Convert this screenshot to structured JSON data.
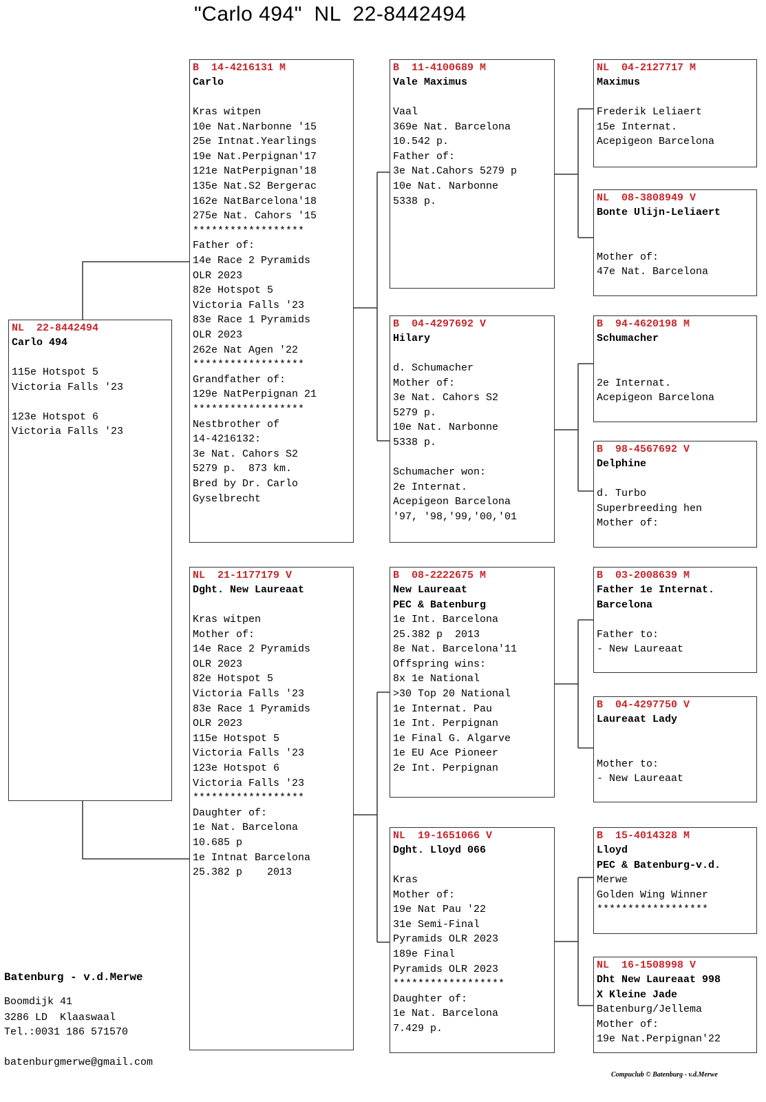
{
  "title": "\"Carlo 494\"  NL  22-8442494",
  "subject": {
    "header": "NL  22-8442494",
    "name": "Carlo 494",
    "lines": [
      "",
      "115e Hotspot 5",
      "Victoria Falls '23",
      "",
      "123e Hotspot 6",
      "Victoria Falls '23"
    ]
  },
  "father": {
    "header": "B  14-4216131 M",
    "name": "Carlo",
    "lines": [
      "",
      "Kras witpen",
      "10e Nat.Narbonne '15",
      "25e Intnat.Yearlings",
      "19e Nat.Perpignan'17",
      "121e NatPerpignan'18",
      "135e Nat.S2 Bergerac",
      "162e NatBarcelona'18",
      "275e Nat. Cahors '15",
      "******************",
      "Father of:",
      "14e Race 2 Pyramids",
      "OLR 2023",
      "82e Hotspot 5",
      "Victoria Falls '23",
      "83e Race 1 Pyramids",
      "OLR 2023",
      "262e Nat Agen '22",
      "******************",
      "Grandfather of:",
      "129e NatPerpignan 21",
      "******************",
      "Nestbrother of",
      "14-4216132:",
      "3e Nat. Cahors S2",
      "5279 p.  873 km.",
      "Bred by Dr. Carlo",
      "Gyselbrecht"
    ]
  },
  "mother": {
    "header": "NL  21-1177179 V",
    "name": "Dght. New Laureaat",
    "lines": [
      "",
      "Kras witpen",
      "Mother of:",
      "14e Race 2 Pyramids",
      "OLR 2023",
      "82e Hotspot 5",
      "Victoria Falls '23",
      "83e Race 1 Pyramids",
      "OLR 2023",
      "115e Hotspot 5",
      "Victoria Falls '23",
      "123e Hotspot 6",
      "Victoria Falls '23",
      "******************",
      "Daughter of:",
      "1e Nat. Barcelona",
      "10.685 p",
      "1e Intnat Barcelona",
      "25.382 p    2013"
    ]
  },
  "ff": {
    "header": "B  11-4100689 M",
    "name": "Vale Maximus",
    "lines": [
      "",
      "Vaal",
      "369e Nat. Barcelona",
      "10.542 p.",
      "Father of:",
      "3e Nat.Cahors 5279 p",
      "10e Nat. Narbonne",
      "5338 p."
    ]
  },
  "fm": {
    "header": "B  04-4297692 V",
    "name": "Hilary",
    "lines": [
      "",
      "d. Schumacher",
      "Mother of:",
      "3e Nat. Cahors S2",
      "5279 p.",
      "10e Nat. Narbonne",
      "5338 p.",
      "",
      "Schumacher won:",
      "2e Internat.",
      "Acepigeon Barcelona",
      "'97, '98,'99,'00,'01"
    ]
  },
  "mf": {
    "header": "B  08-2222675 M",
    "name": "New Laureaat",
    "name2": "PEC & Batenburg",
    "lines": [
      "1e Int. Barcelona",
      "25.382 p  2013",
      "8e Nat. Barcelona'11",
      "Offspring wins:",
      "8x 1e National",
      ">30 Top 20 National",
      "1e Internat. Pau",
      "1e Int. Perpignan",
      "1e Final G. Algarve",
      "1e EU Ace Pioneer",
      "2e Int. Perpignan"
    ]
  },
  "mm": {
    "header": "NL  19-1651066 V",
    "name": "Dght. Lloyd 066",
    "lines": [
      "",
      "Kras",
      "Mother of:",
      "19e Nat Pau '22",
      "31e Semi-Final",
      "Pyramids OLR 2023",
      "189e Final",
      "Pyramids OLR 2023",
      "******************",
      "Daughter of:",
      "1e Nat. Barcelona",
      "7.429 p."
    ]
  },
  "fff": {
    "header": "NL  04-2127717 M",
    "name": "Maximus",
    "lines": [
      "",
      "Frederik Leliaert",
      "15e Internat.",
      "Acepigeon Barcelona"
    ]
  },
  "ffm": {
    "header": "NL  08-3808949 V",
    "name": "Bonte Ulijn-Leliaert",
    "lines": [
      "",
      "",
      "Mother of:",
      "47e Nat. Barcelona"
    ]
  },
  "fmf": {
    "header": "B  94-4620198 M",
    "name": "Schumacher",
    "lines": [
      "",
      "",
      "2e Internat.",
      "Acepigeon Barcelona"
    ]
  },
  "fmm": {
    "header": "B  98-4567692 V",
    "name": "Delphine",
    "lines": [
      "",
      "d. Turbo",
      "Superbreeding hen",
      "Mother of:"
    ]
  },
  "mff": {
    "header": "B  03-2008639 M",
    "name": "Father 1e Internat.",
    "name2": "Barcelona",
    "lines": [
      "",
      "Father to:",
      "- New Laureaat"
    ]
  },
  "mfm": {
    "header": "B  04-4297750 V",
    "name": "Laureaat Lady",
    "lines": [
      "",
      "",
      "Mother to:",
      "- New Laureaat"
    ]
  },
  "mmf": {
    "header": "B  15-4014328 M",
    "name": "Lloyd",
    "name2": "PEC & Batenburg-v.d.",
    "lines": [
      "Merwe",
      "Golden Wing Winner",
      "******************"
    ]
  },
  "mmm": {
    "header": "NL  16-1508998 V",
    "name": "Dht New Laureaat 998",
    "name2": "X Kleine Jade",
    "lines": [
      "Batenburg/Jellema",
      "Mother of:",
      "19e Nat.Perpignan'22"
    ]
  },
  "owner": {
    "name": "Batenburg - v.d.Merwe",
    "address1": "Boomdijk 41",
    "address2": "3286 LD  Klaaswaal",
    "phone": "Tel.:0031 186 571570",
    "email": "batenburgmerwe@gmail.com"
  },
  "footer": "Compuclub © Batenburg - v.d.Merwe",
  "colors": {
    "ring": "#c8262a",
    "border": "#333333",
    "text": "#000000"
  }
}
